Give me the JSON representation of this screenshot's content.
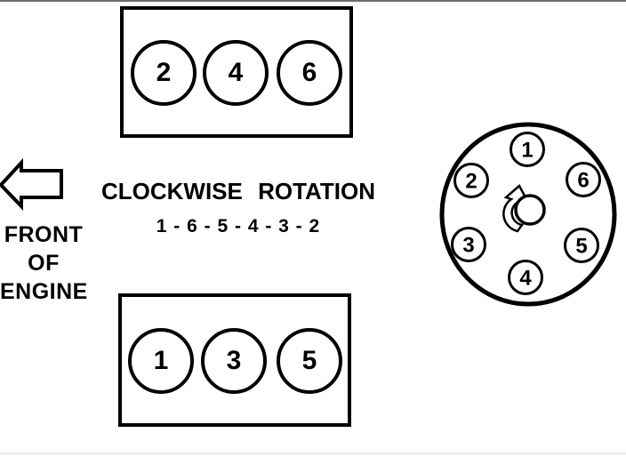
{
  "canvas": {
    "background": "#ffffff",
    "ink_color": "#000000",
    "top_edge_line_color": "#6e6e6e",
    "bottom_edge_line_color": "#e9e9e9"
  },
  "front_of_engine": {
    "lines": [
      "FRONT",
      "OF",
      "ENGINE"
    ]
  },
  "rotation": {
    "label": "CLOCKWISE ROTATION",
    "firing_order": "1 - 6 - 5 - 4 - 3 - 2"
  },
  "cylinder_banks": {
    "top": {
      "cylinders": [
        "2",
        "4",
        "6"
      ]
    },
    "bottom": {
      "cylinders": [
        "1",
        "3",
        "5"
      ]
    }
  },
  "distributor": {
    "rotation_direction": "clockwise",
    "plugs": [
      "1",
      "2",
      "6",
      "3",
      "5",
      "4"
    ]
  },
  "icons": {
    "front_arrow": "left-block-arrow",
    "rotor_arrow": "clockwise-curved-arrow"
  }
}
